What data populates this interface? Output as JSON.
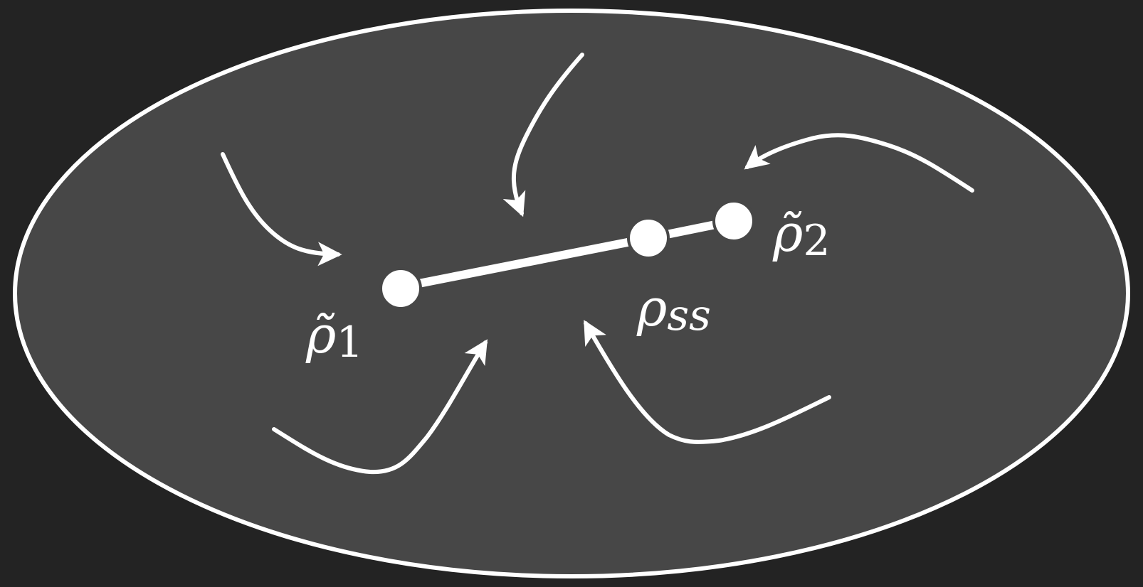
{
  "diagram": {
    "labels": {
      "rho1": {
        "symbol": "ρ̃",
        "subscript": "1"
      },
      "rho2": {
        "symbol": "ρ̃",
        "subscript": "2"
      },
      "rhoss": {
        "symbol": "ρ",
        "subscript": "ss"
      }
    },
    "colors": {
      "background": "#232323",
      "region_fill": "#474747",
      "stroke": "#ffffff"
    },
    "icons": {
      "flow_arrows": "arrow-icon",
      "points": "point-icon"
    }
  }
}
